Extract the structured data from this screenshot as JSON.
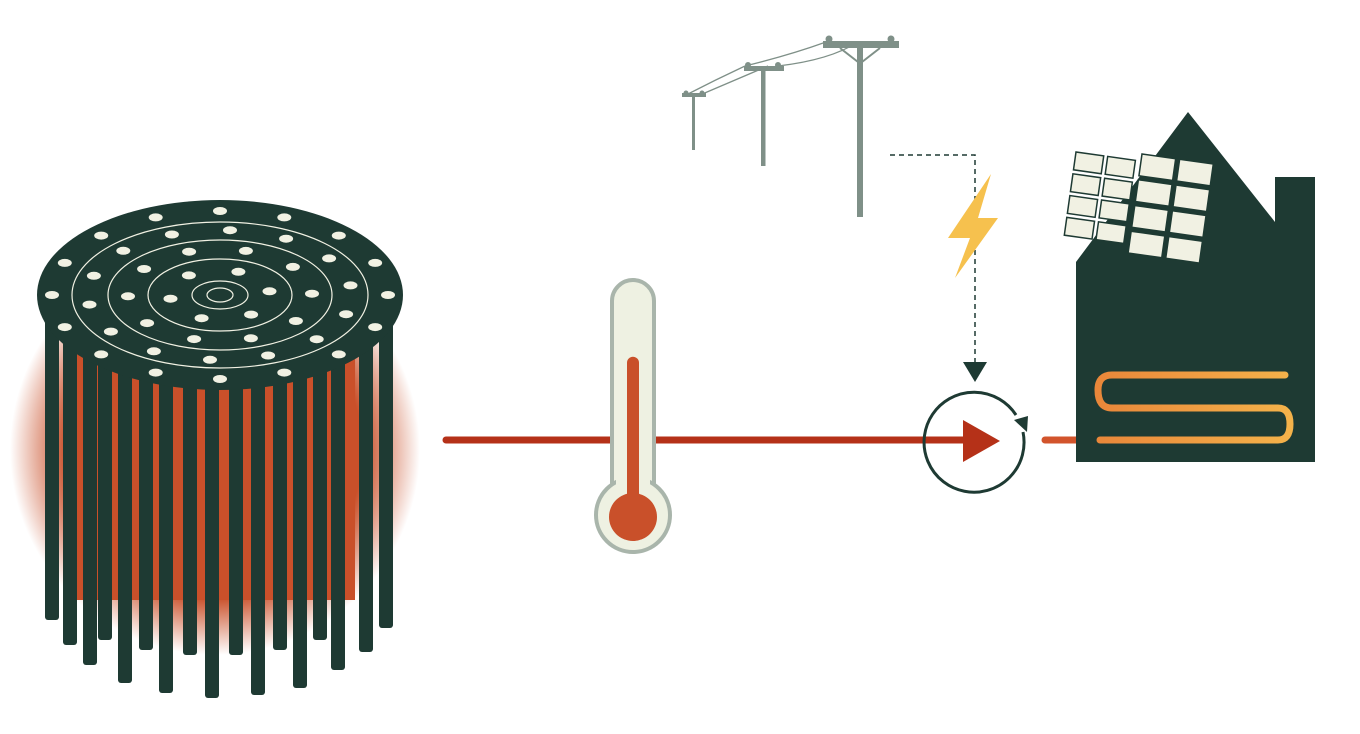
{
  "diagram": {
    "components": [
      {
        "id": "borehole-field",
        "icon": "borehole-array-icon"
      },
      {
        "id": "thermometer",
        "icon": "thermometer-icon"
      },
      {
        "id": "power-lines",
        "icon": "utility-pole-icon"
      },
      {
        "id": "electric-supply",
        "icon": "lightning-bolt-icon"
      },
      {
        "id": "heat-pump",
        "icon": "circulation-pump-icon"
      },
      {
        "id": "house",
        "icon": "house-with-solar-panels-icon"
      },
      {
        "id": "floor-heating",
        "icon": "underfloor-heating-coil-icon"
      }
    ],
    "connections": [
      {
        "from": "borehole-field",
        "to": "heat-pump",
        "style": "solid",
        "color": "#b53118"
      },
      {
        "from": "heat-pump",
        "to": "house",
        "style": "solid",
        "color": "#d2542c"
      },
      {
        "from": "power-lines",
        "to": "heat-pump",
        "style": "dashed",
        "color": "#1e3a33"
      }
    ],
    "thermometer_level": 0.55
  },
  "colors": {
    "dark_green": "#1e3a33",
    "heat_orange": "#c9502a",
    "pipe_red": "#b53118",
    "bolt_yellow": "#f6c14e",
    "pole_gray": "#7f9088",
    "dot_cream": "#f1f1e3",
    "coil_gold": "#f0a33a"
  }
}
